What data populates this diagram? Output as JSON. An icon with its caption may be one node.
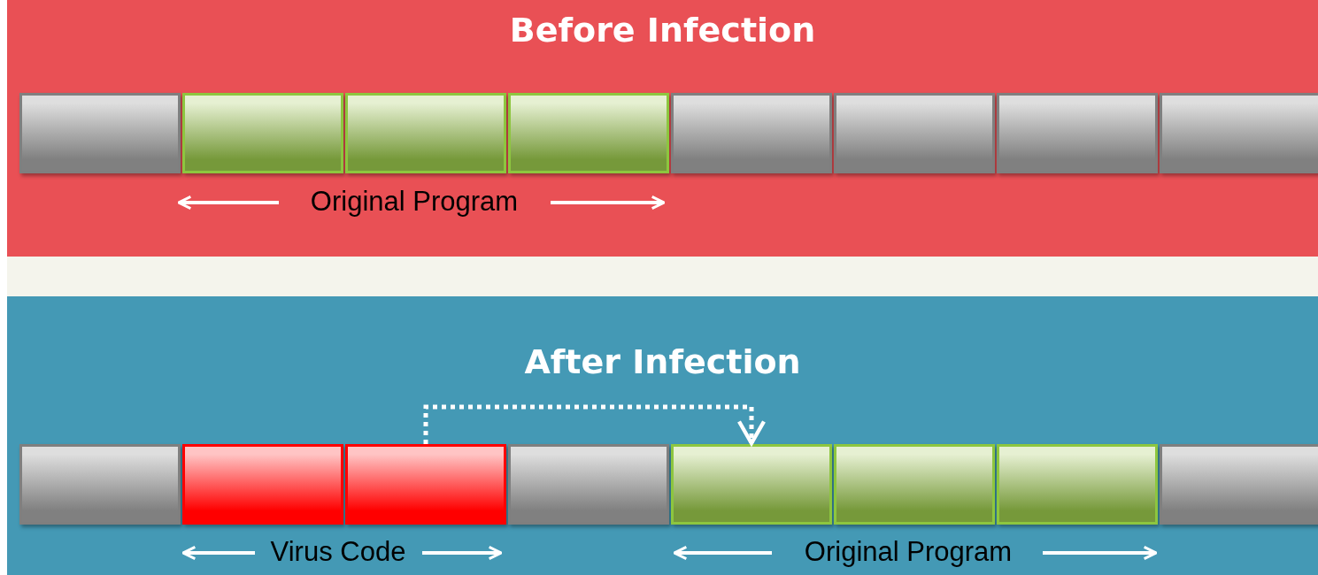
{
  "diagram": {
    "nodes": [
      {
        "text": [
          "Before Infection"
        ]
      },
      {
        "text": [],
        "shape": "box",
        "in": 0
      },
      {
        "text": [],
        "shape": "box",
        "in": 0
      },
      {
        "text": [],
        "shape": "box",
        "in": 0
      },
      {
        "text": [],
        "shape": "box",
        "in": 0
      },
      {
        "text": [],
        "shape": "box",
        "in": 0
      },
      {
        "text": [],
        "shape": "box",
        "in": 0
      },
      {
        "text": [],
        "shape": "box",
        "in": 0
      },
      {
        "text": [],
        "shape": "box",
        "in": 0
      },
      {
        "text": [
          "After Infection"
        ]
      },
      {
        "text": [],
        "shape": "box",
        "in": 9
      },
      {
        "text": [],
        "shape": "box",
        "in": 9
      },
      {
        "text": [],
        "shape": "box",
        "in": 9
      },
      {
        "text": [],
        "shape": "box",
        "in": 9
      },
      {
        "text": [],
        "shape": "box",
        "in": 9
      },
      {
        "text": [],
        "shape": "box",
        "in": 9
      },
      {
        "text": [],
        "shape": "box",
        "in": 9
      },
      {
        "text": [],
        "shape": "box",
        "in": 9
      }
    ],
    "edges": [
      {
        "from": 12,
        "to": 14,
        "arrow": "to",
        "style": "dashed"
      }
    ],
    "labels": [
      "Original Program",
      "Virus Code",
      "Original Program"
    ]
  }
}
